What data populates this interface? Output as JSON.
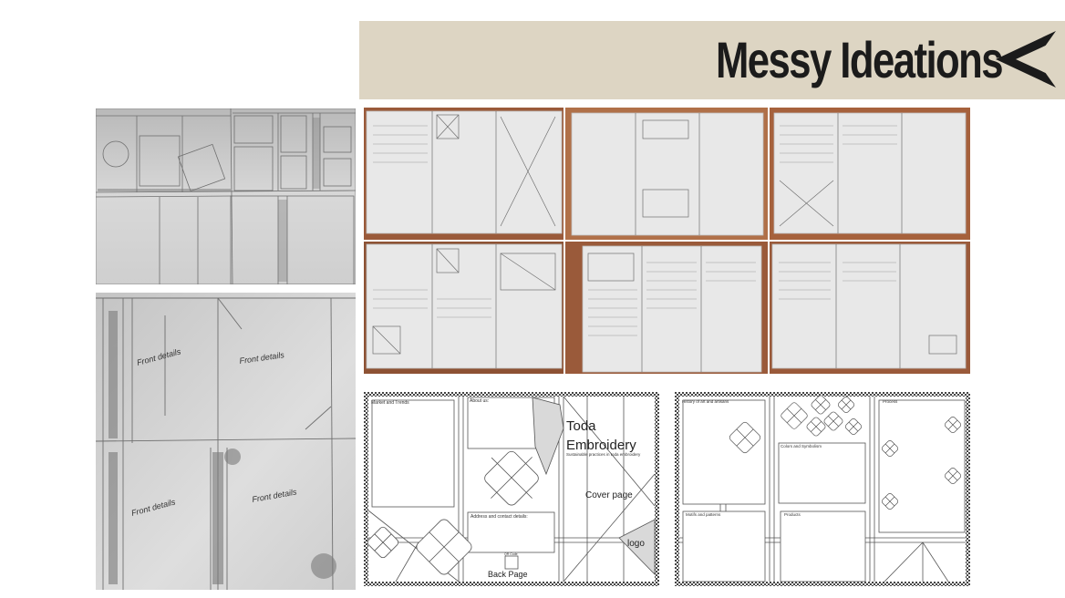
{
  "banner": {
    "title": "Messy Ideations",
    "background": "#ddd5c3",
    "icon": "double-chevron-left-icon"
  },
  "layout_a": {
    "labels": {
      "market": "Market and Trends",
      "about": "About us:",
      "toda": "Toda",
      "embroidery": "Embroidery",
      "tagline": "Sustainable practices in toda embroidery",
      "cover": "Cover page",
      "address": "Address and contact details:",
      "logo": "logo",
      "barcode": "QR Code",
      "back": "Back Page"
    }
  },
  "layout_b": {
    "labels": {
      "history": "History of art and artisans",
      "process": "Process",
      "colors": "Colors and Symbolism",
      "motifs": "Motifs and patterns",
      "products": "Products"
    }
  },
  "colors": {
    "banner_text": "#1b1b1b",
    "paper": "#e6e6e6",
    "wood": "#9a5a3a"
  }
}
